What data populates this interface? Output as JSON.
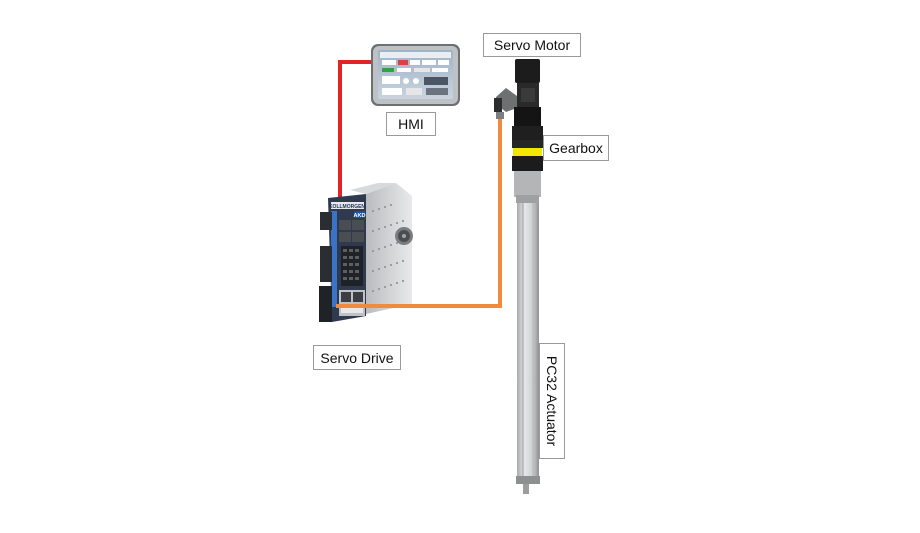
{
  "labels": {
    "hmi": "HMI",
    "servo_motor": "Servo Motor",
    "gearbox": "Gearbox",
    "servo_drive": "Servo Drive",
    "actuator": "PC32 Actuator"
  },
  "drive_panel": {
    "brand": "KOLLMORGEN",
    "model": "AKD"
  },
  "cable_colors": {
    "hmi_link": "#e0242a",
    "motor_feedback": "#f08a3c"
  },
  "component_colors": {
    "gearbox_band": "#f5e600",
    "drive_front": "#2f3a4f",
    "motor_body": "#1c1c1c",
    "actuator_tube": "#d4d5d6"
  }
}
